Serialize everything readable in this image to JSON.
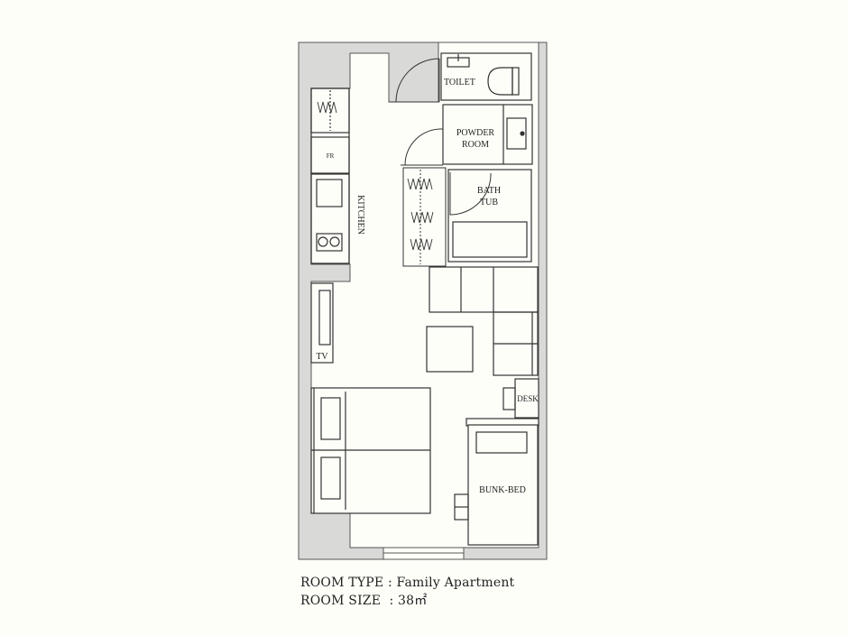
{
  "labels": {
    "toilet": "TOILET",
    "powder_room_1": "POWDER",
    "powder_room_2": "ROOM",
    "bath_tub_1": "BATH",
    "bath_tub_2": "TUB",
    "kitchen": "KITCHEN",
    "fridge": "FR",
    "tv": "TV",
    "desk": "DESK",
    "bunk_bed": "BUNK-BED"
  },
  "caption": {
    "room_type": "ROOM TYPE : Family Apartment",
    "room_size": "ROOM SIZE  : 38㎡"
  },
  "colors": {
    "wall": "#d9d9d7",
    "line": "#333333",
    "background": "#fefef9"
  }
}
